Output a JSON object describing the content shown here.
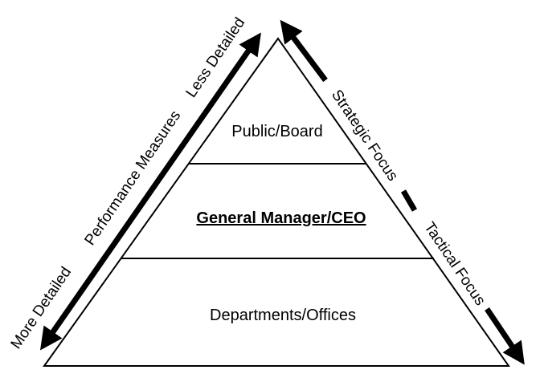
{
  "diagram": {
    "tiers": [
      {
        "label": "Public/Board",
        "emphasis": false
      },
      {
        "label": "General Manager/CEO",
        "emphasis": true
      },
      {
        "label": "Departments/Offices",
        "emphasis": false
      }
    ],
    "left_axis": {
      "top_label": "Less Detailed",
      "middle_label": "Performance Measures",
      "bottom_label": "More Detailed"
    },
    "right_axis": {
      "top_label": "Strategic Focus",
      "bottom_label": "Tactical Focus"
    }
  }
}
